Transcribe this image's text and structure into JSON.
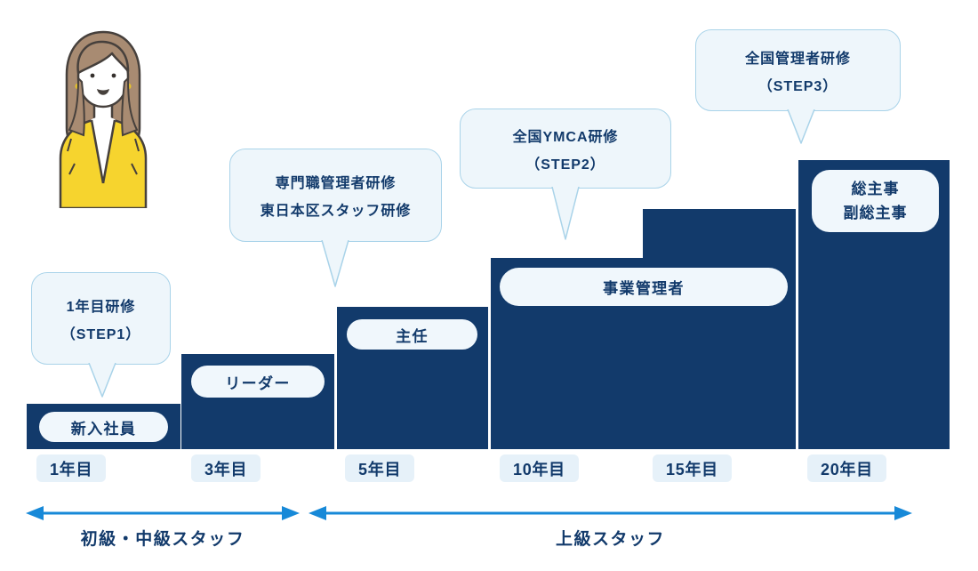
{
  "illustration": {
    "alt_name": "female-staff-illustration"
  },
  "bubbles": [
    {
      "lines": [
        "1年目研修",
        "（STEP1）"
      ]
    },
    {
      "lines": [
        "専門職管理者研修",
        "東日本区スタッフ研修"
      ]
    },
    {
      "lines": [
        "全国YMCA研修",
        "（STEP2）"
      ]
    },
    {
      "lines": [
        "全国管理者研修",
        "（STEP3）"
      ]
    }
  ],
  "pills": {
    "p1": "新入社員",
    "p2": "リーダー",
    "p3": "主任",
    "p4": "事業管理者",
    "p6_lines": [
      "総主事",
      "副総主事"
    ]
  },
  "years": [
    "1年目",
    "3年目",
    "5年目",
    "10年目",
    "15年目",
    "20年目"
  ],
  "ranges": [
    {
      "label": "初級・中級スタッフ"
    },
    {
      "label": "上級スタッフ"
    }
  ],
  "colors": {
    "step_navy": "#123a6b",
    "text_navy": "#123a6b",
    "bubble_bg": "#eef6fb",
    "bubble_border": "#a9d3e9",
    "pill_bg": "#f0f7fc",
    "year_bg": "#e6f1f9",
    "arrow_blue": "#1789d8",
    "cardigan_yellow": "#f6d42e",
    "hair_brown": "#a88b72"
  },
  "icons": {
    "bubble_tail": "tail-pointer",
    "range_arrow": "double-headed-arrow"
  }
}
